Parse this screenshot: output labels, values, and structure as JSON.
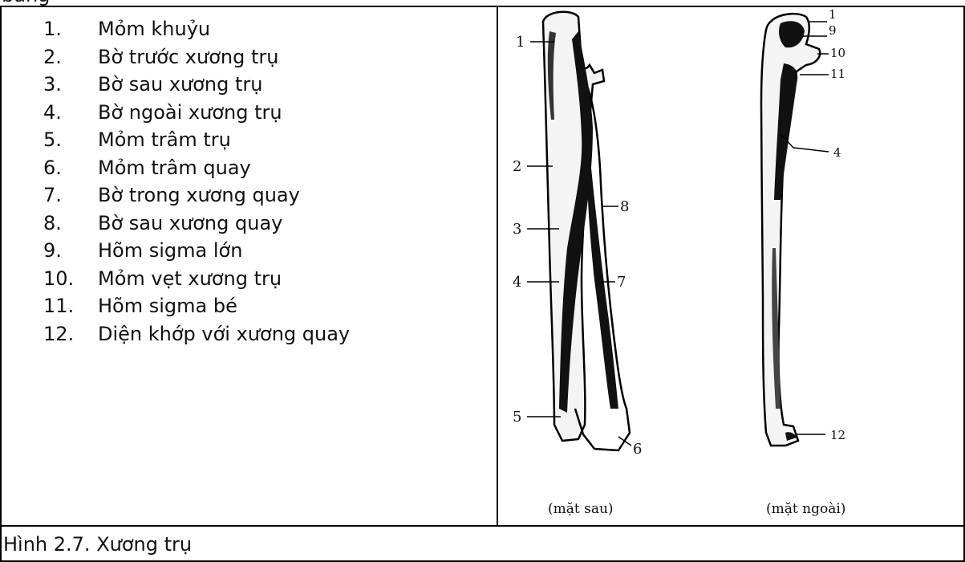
{
  "header_fragment": "bảng",
  "legend_items": [
    {
      "num": "1.",
      "text": "Mỏm khuỷu"
    },
    {
      "num": "2.",
      "text": "Bờ trước xương trụ"
    },
    {
      "num": "3.",
      "text": "Bờ sau xương trụ"
    },
    {
      "num": "4.",
      "text": "Bờ ngoài xương trụ"
    },
    {
      "num": "5.",
      "text": "Mỏm trâm trụ"
    },
    {
      "num": "6.",
      "text": "Mỏm trâm quay"
    },
    {
      "num": "7.",
      "text": "Bờ trong xương quay"
    },
    {
      "num": "8.",
      "text": "Bờ sau xương quay"
    },
    {
      "num": "9.",
      "text": "Hõm sigma lớn"
    },
    {
      "num": "10.",
      "text": "Mỏm vẹt xương trụ"
    },
    {
      "num": "11.",
      "text": "Hõm sigma bé"
    },
    {
      "num": "12.",
      "text": "Diện khớp với xương quay"
    }
  ],
  "figure": {
    "posterior_labels": [
      "1",
      "2",
      "3",
      "4",
      "5",
      "6",
      "7",
      "8"
    ],
    "lateral_labels": [
      "1",
      "9",
      "10",
      "11",
      "4",
      "12"
    ],
    "view_posterior": "(mặt sau)",
    "view_lateral": "(mặt ngoài)"
  },
  "caption": "Hình 2.7. Xương trụ"
}
